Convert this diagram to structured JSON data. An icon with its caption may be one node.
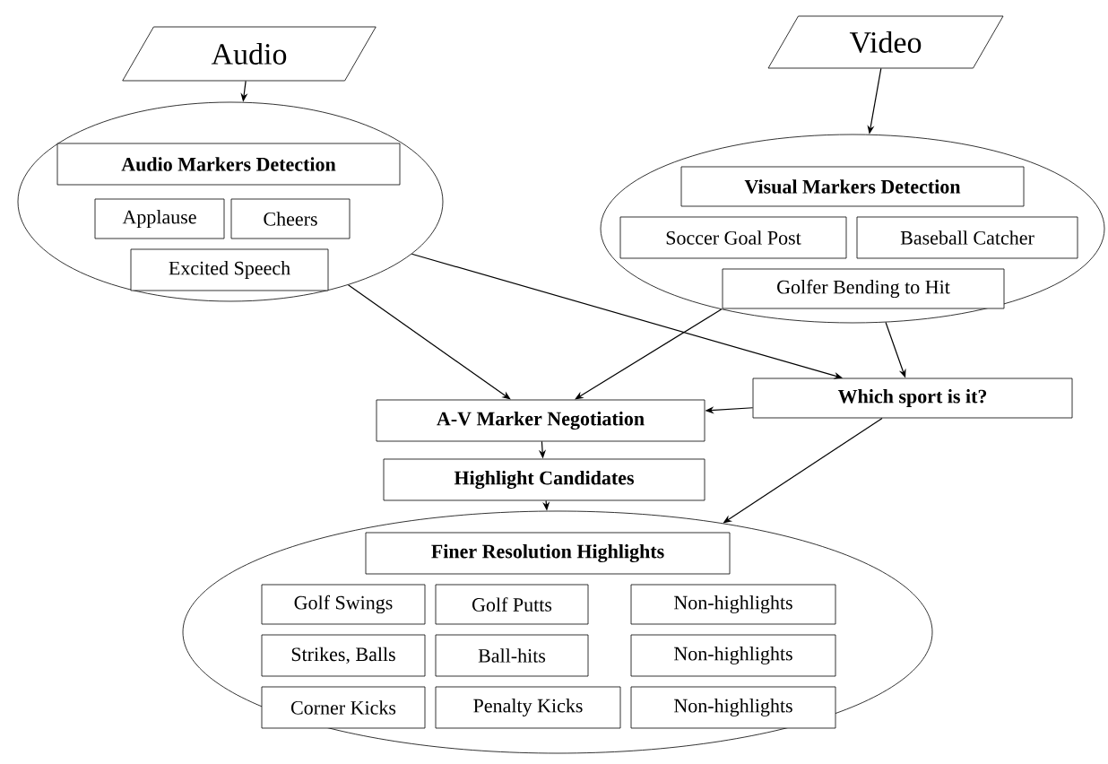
{
  "diagram": {
    "nodes": [
      {
        "text": [
          "Audio"
        ]
      },
      {
        "text": [],
        "shape": "ellipse"
      },
      {
        "text": [
          "Audio Markers Detection"
        ],
        "in": 1
      },
      {
        "text": [
          "Applause"
        ],
        "in": 1
      },
      {
        "text": [
          "Cheers"
        ],
        "in": 1
      },
      {
        "text": [
          "Excited Speech"
        ],
        "in": 1
      },
      {
        "text": [
          "Video"
        ]
      },
      {
        "text": [],
        "shape": "ellipse"
      },
      {
        "text": [
          "Visual Markers Detection"
        ],
        "in": 7
      },
      {
        "text": [
          "Soccer Goal Post"
        ],
        "in": 7
      },
      {
        "text": [
          "Baseball Catcher"
        ],
        "in": 7
      },
      {
        "text": [
          "Golfer Bending to Hit"
        ],
        "in": 7
      },
      {
        "text": [
          "A-V Marker Negotiation"
        ]
      },
      {
        "text": [
          "Which sport is it?"
        ]
      },
      {
        "text": [
          "Highlight Candidates"
        ]
      },
      {
        "text": [],
        "shape": "ellipse"
      },
      {
        "text": [
          "Finer Resolution Highlights"
        ],
        "in": 15
      },
      {
        "text": [
          "Golf Swings"
        ],
        "in": 15
      },
      {
        "text": [
          "Golf Putts"
        ],
        "in": 15
      },
      {
        "text": [
          "Non-highlights"
        ],
        "in": 15
      },
      {
        "text": [
          "Strikes, Balls"
        ],
        "in": 15
      },
      {
        "text": [
          "Ball-hits"
        ],
        "in": 15
      },
      {
        "text": [
          "Non-highlights"
        ],
        "in": 15
      },
      {
        "text": [
          "Corner Kicks"
        ],
        "in": 15
      },
      {
        "text": [
          "Penalty Kicks"
        ],
        "in": 15
      },
      {
        "text": [
          "Non-highlights"
        ],
        "in": 15
      }
    ],
    "edges": [
      {
        "from": 0,
        "to": 1,
        "arrow": "to"
      },
      {
        "from": 6,
        "to": 7,
        "arrow": "to"
      },
      {
        "from": 1,
        "to": 12,
        "arrow": "to"
      },
      {
        "from": 1,
        "to": 13,
        "arrow": "to"
      },
      {
        "from": 7,
        "to": 12,
        "arrow": "to"
      },
      {
        "from": 7,
        "to": 13,
        "arrow": "to"
      },
      {
        "from": 13,
        "to": 12,
        "arrow": "to"
      },
      {
        "from": 12,
        "to": 14,
        "arrow": "to"
      },
      {
        "from": 14,
        "to": 15,
        "arrow": "to"
      },
      {
        "from": 13,
        "to": 15,
        "arrow": "to"
      }
    ]
  }
}
